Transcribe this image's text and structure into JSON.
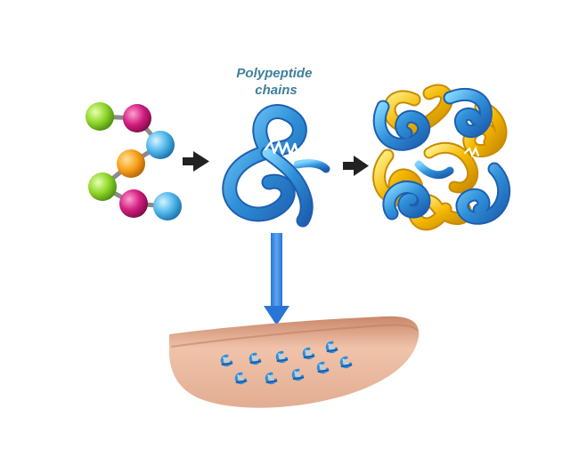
{
  "label": {
    "line1": "Polypeptide",
    "line2": "chains"
  },
  "colors": {
    "label_text": "#3e7f9a",
    "arrow_dark": "#222222",
    "arrow_blue": "#3a86e8",
    "tissue": "#e9b59a",
    "bead_green": "#8fd62a",
    "bead_magenta": "#d11e7e",
    "bead_blue": "#4fb7ea",
    "bead_orange": "#f7a21b",
    "ribbon_blue": "#2f8fd8",
    "ribbon_gold": "#f4b800"
  },
  "icons": {
    "amino_acids": "amino-acid-bead-chain",
    "polypeptide": "folded-polypeptide-ribbon",
    "protein_complex": "quaternary-protein-complex",
    "tissue": "tissue-cross-section"
  }
}
